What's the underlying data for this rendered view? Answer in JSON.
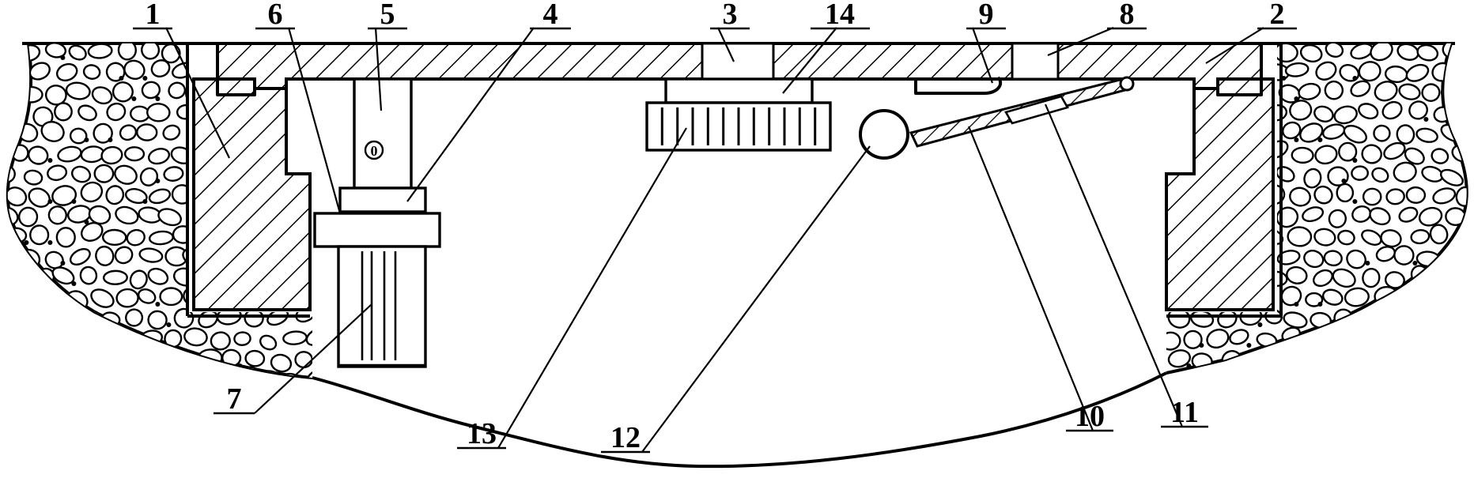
{
  "labels": {
    "l1": "1",
    "l2": "2",
    "l3": "3",
    "l4": "4",
    "l5": "5",
    "l6": "6",
    "l7": "7",
    "l8": "8",
    "l9": "9",
    "l10": "10",
    "l11": "11",
    "l12": "12",
    "l13": "13",
    "l14": "14"
  },
  "bolt_mark": "0",
  "colors": {
    "ink": "#000000",
    "paper": "#ffffff"
  }
}
